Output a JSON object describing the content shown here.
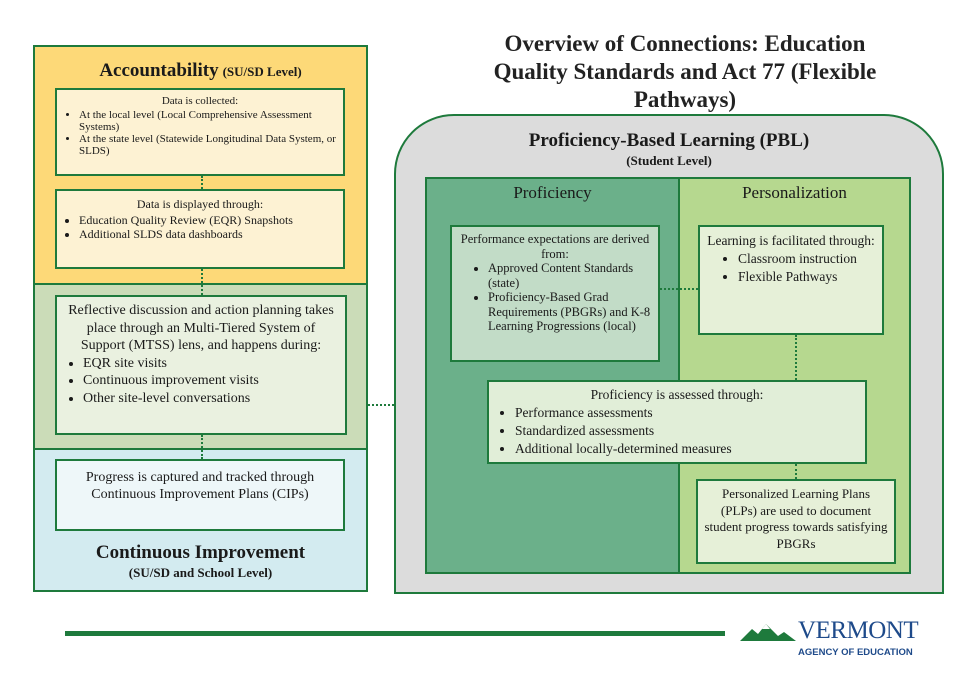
{
  "title": {
    "line1": "Overview of Connections:  Education",
    "line2": "Quality Standards and Act 77 (Flexible",
    "line3": "Pathways)"
  },
  "accountability": {
    "heading": "Accountability",
    "level": "(SU/SD Level)",
    "collected": {
      "title": "Data is collected:",
      "items": [
        "At the local level (Local Comprehensive Assessment Systems)",
        "At the state level (Statewide Longitudinal Data System, or SLDS)"
      ]
    },
    "displayed": {
      "title": "Data is displayed through:",
      "items": [
        "Education Quality Review (EQR) Snapshots",
        "Additional SLDS data dashboards"
      ]
    }
  },
  "reflective": {
    "text": "Reflective discussion and action planning takes place through an Multi-Tiered System of Support (MTSS) lens, and happens during:",
    "items": [
      "EQR site visits",
      "Continuous improvement visits",
      "Other site-level conversations"
    ]
  },
  "continuous": {
    "progress": "Progress is captured and tracked through Continuous Improvement Plans (CIPs)",
    "heading": "Continuous Improvement",
    "level": "(SU/SD and School Level)"
  },
  "pbl": {
    "heading": "Proficiency-Based Learning (PBL)",
    "level": "(Student Level)",
    "proficiency_label": "Proficiency",
    "personalization_label": "Personalization",
    "expectations": {
      "title": "Performance expectations are derived from:",
      "items": [
        "Approved Content Standards (state)",
        "Proficiency-Based Grad Requirements (PBGRs) and K-8 Learning Progressions (local)"
      ]
    },
    "learning": {
      "title": "Learning is facilitated through:",
      "items": [
        "Classroom instruction",
        "Flexible Pathways"
      ]
    },
    "assessed": {
      "title": "Proficiency is assessed through:",
      "items": [
        "Performance assessments",
        "Standardized assessments",
        "Additional locally-determined measures"
      ]
    },
    "plp": "Personalized Learning Plans (PLPs) are used to document student progress towards satisfying PBGRs"
  },
  "footer": {
    "logo_name": "VERMONT",
    "logo_sub": "AGENCY OF EDUCATION"
  },
  "colors": {
    "yellow": "#fdd978",
    "sage": "#cbdcb8",
    "lightblue": "#d3ebf0",
    "dark_green": "#1e7a3c",
    "proficiency_green": "#6bb08a",
    "personalization_green": "#b6d88f",
    "gray": "#dcdcdc"
  }
}
